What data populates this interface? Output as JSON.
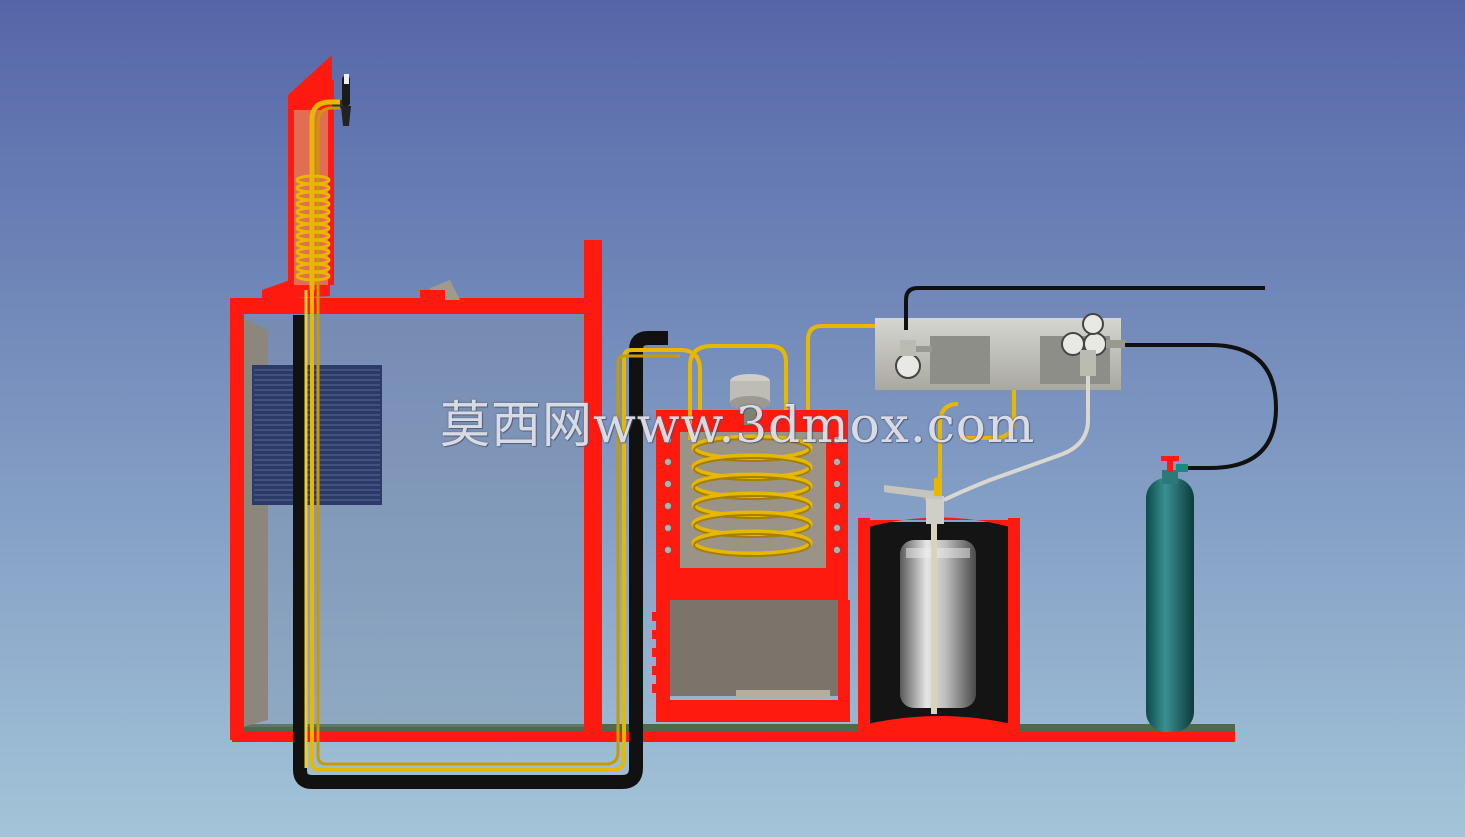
{
  "watermark": {
    "text": "莫西网www.3dmox.com"
  },
  "colors": {
    "sky_top": "#5566a8",
    "sky_bottom": "#a3c4d8",
    "frame_red": "#ff1a10",
    "beer_line_yellow": "#e8b800",
    "gas_line_black": "#111111",
    "gas_line_white": "#d8d8d0",
    "cylinder_teal": "#1f6e6e",
    "floor_green": "#4f6a48",
    "interior_gray": "#8a847a",
    "condenser_blue": "#2b3a66"
  },
  "components": [
    {
      "id": "beer-tower",
      "icon": "tap-icon"
    },
    {
      "id": "cooler-cabinet",
      "icon": "condenser-icon"
    },
    {
      "id": "coil-cooler",
      "icon": "coil-icon"
    },
    {
      "id": "keg",
      "icon": "keg-icon"
    },
    {
      "id": "regulator-panel",
      "icon": "pressure-gauge-icon"
    },
    {
      "id": "co2-cylinder",
      "icon": "gas-cylinder-icon"
    }
  ]
}
